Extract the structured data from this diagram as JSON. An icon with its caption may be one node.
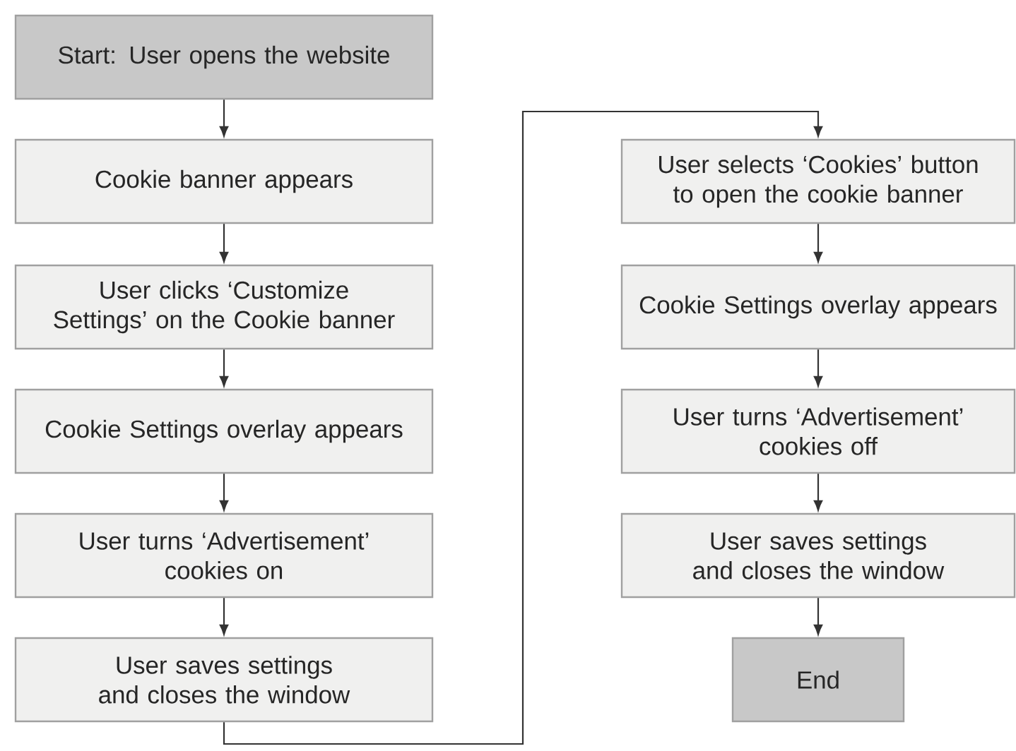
{
  "diagram": {
    "nodes": [
      {
        "text": [
          "Start: User opens the website"
        ]
      },
      {
        "text": [
          "Cookie banner appears"
        ]
      },
      {
        "text": [
          "User clicks ‘Customize Settings’ on the Cookie banner"
        ]
      },
      {
        "text": [
          "Cookie Settings overlay appears"
        ]
      },
      {
        "text": [
          "User turns ‘Advertisement’ cookies on"
        ]
      },
      {
        "text": [
          "User saves settings and closes the window"
        ]
      },
      {
        "text": [
          "User selects ‘Cookies’ button to open the cookie banner"
        ]
      },
      {
        "text": [
          "Cookie Settings overlay appears"
        ]
      },
      {
        "text": [
          "User turns ‘Advertisement’ cookies off"
        ]
      },
      {
        "text": [
          "User saves settings and closes the window"
        ]
      },
      {
        "text": [
          "End"
        ]
      }
    ],
    "edges": [
      {
        "from": 0,
        "to": 1,
        "arrow": "to"
      },
      {
        "from": 1,
        "to": 2,
        "arrow": "to"
      },
      {
        "from": 2,
        "to": 3,
        "arrow": "to"
      },
      {
        "from": 3,
        "to": 4,
        "arrow": "to"
      },
      {
        "from": 4,
        "to": 5,
        "arrow": "to"
      },
      {
        "from": 5,
        "to": 6,
        "arrow": "to"
      },
      {
        "from": 6,
        "to": 7,
        "arrow": "to"
      },
      {
        "from": 7,
        "to": 8,
        "arrow": "to"
      },
      {
        "from": 8,
        "to": 9,
        "arrow": "to"
      },
      {
        "from": 9,
        "to": 10,
        "arrow": "to"
      }
    ]
  }
}
